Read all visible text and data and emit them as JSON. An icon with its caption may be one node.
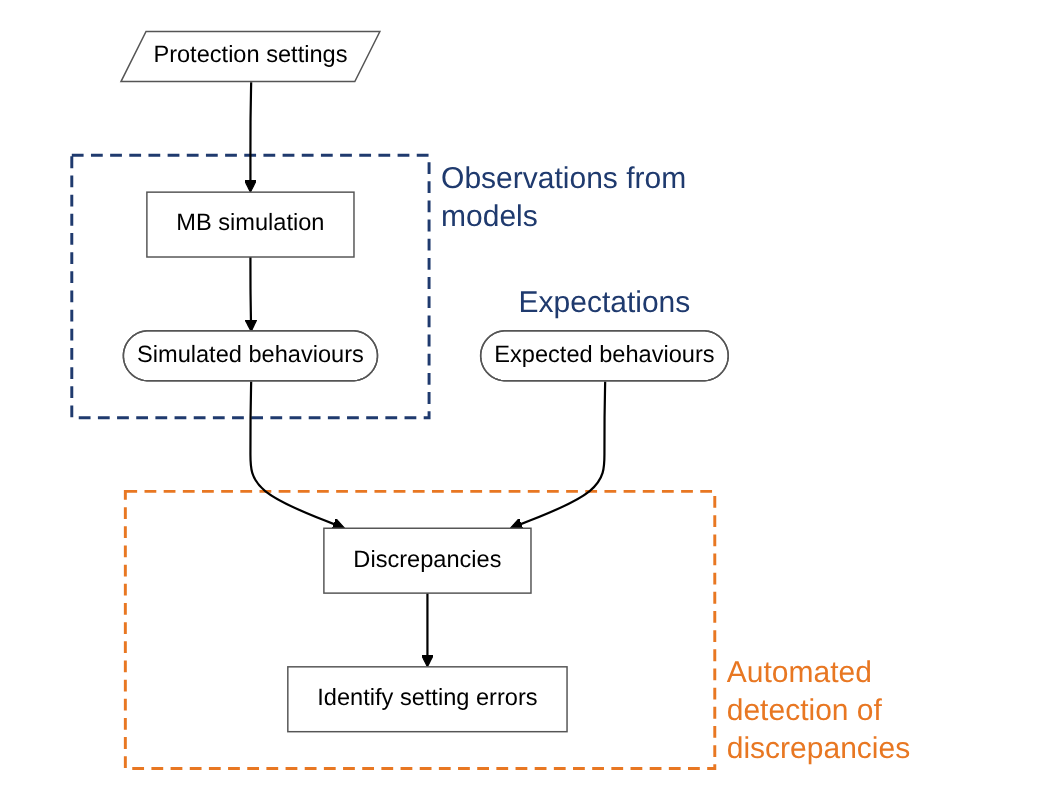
{
  "diagram": {
    "nodes": [
      {
        "text": [
          "Protection settings"
        ]
      },
      {
        "text": [
          "Observations from models"
        ]
      },
      {
        "text": [
          "MB simulation"
        ],
        "in": 1
      },
      {
        "text": [
          "Simulated behaviours"
        ],
        "in": 1
      },
      {
        "text": [
          "Expected behaviours"
        ],
        "beside": [
          "Expectations"
        ]
      },
      {
        "text": [
          "Automated detection of discrepancies"
        ]
      },
      {
        "text": [
          "Discrepancies"
        ],
        "in": 5
      },
      {
        "text": [
          "Identify setting errors"
        ],
        "in": 5
      }
    ],
    "edges": [
      {
        "from": 0,
        "to": 2,
        "arrow": "to"
      },
      {
        "from": 2,
        "to": 3,
        "arrow": "to"
      },
      {
        "from": 3,
        "to": 6,
        "arrow": "to"
      },
      {
        "from": 4,
        "to": 6,
        "arrow": "to"
      },
      {
        "from": 6,
        "to": 7,
        "arrow": "to"
      }
    ]
  }
}
